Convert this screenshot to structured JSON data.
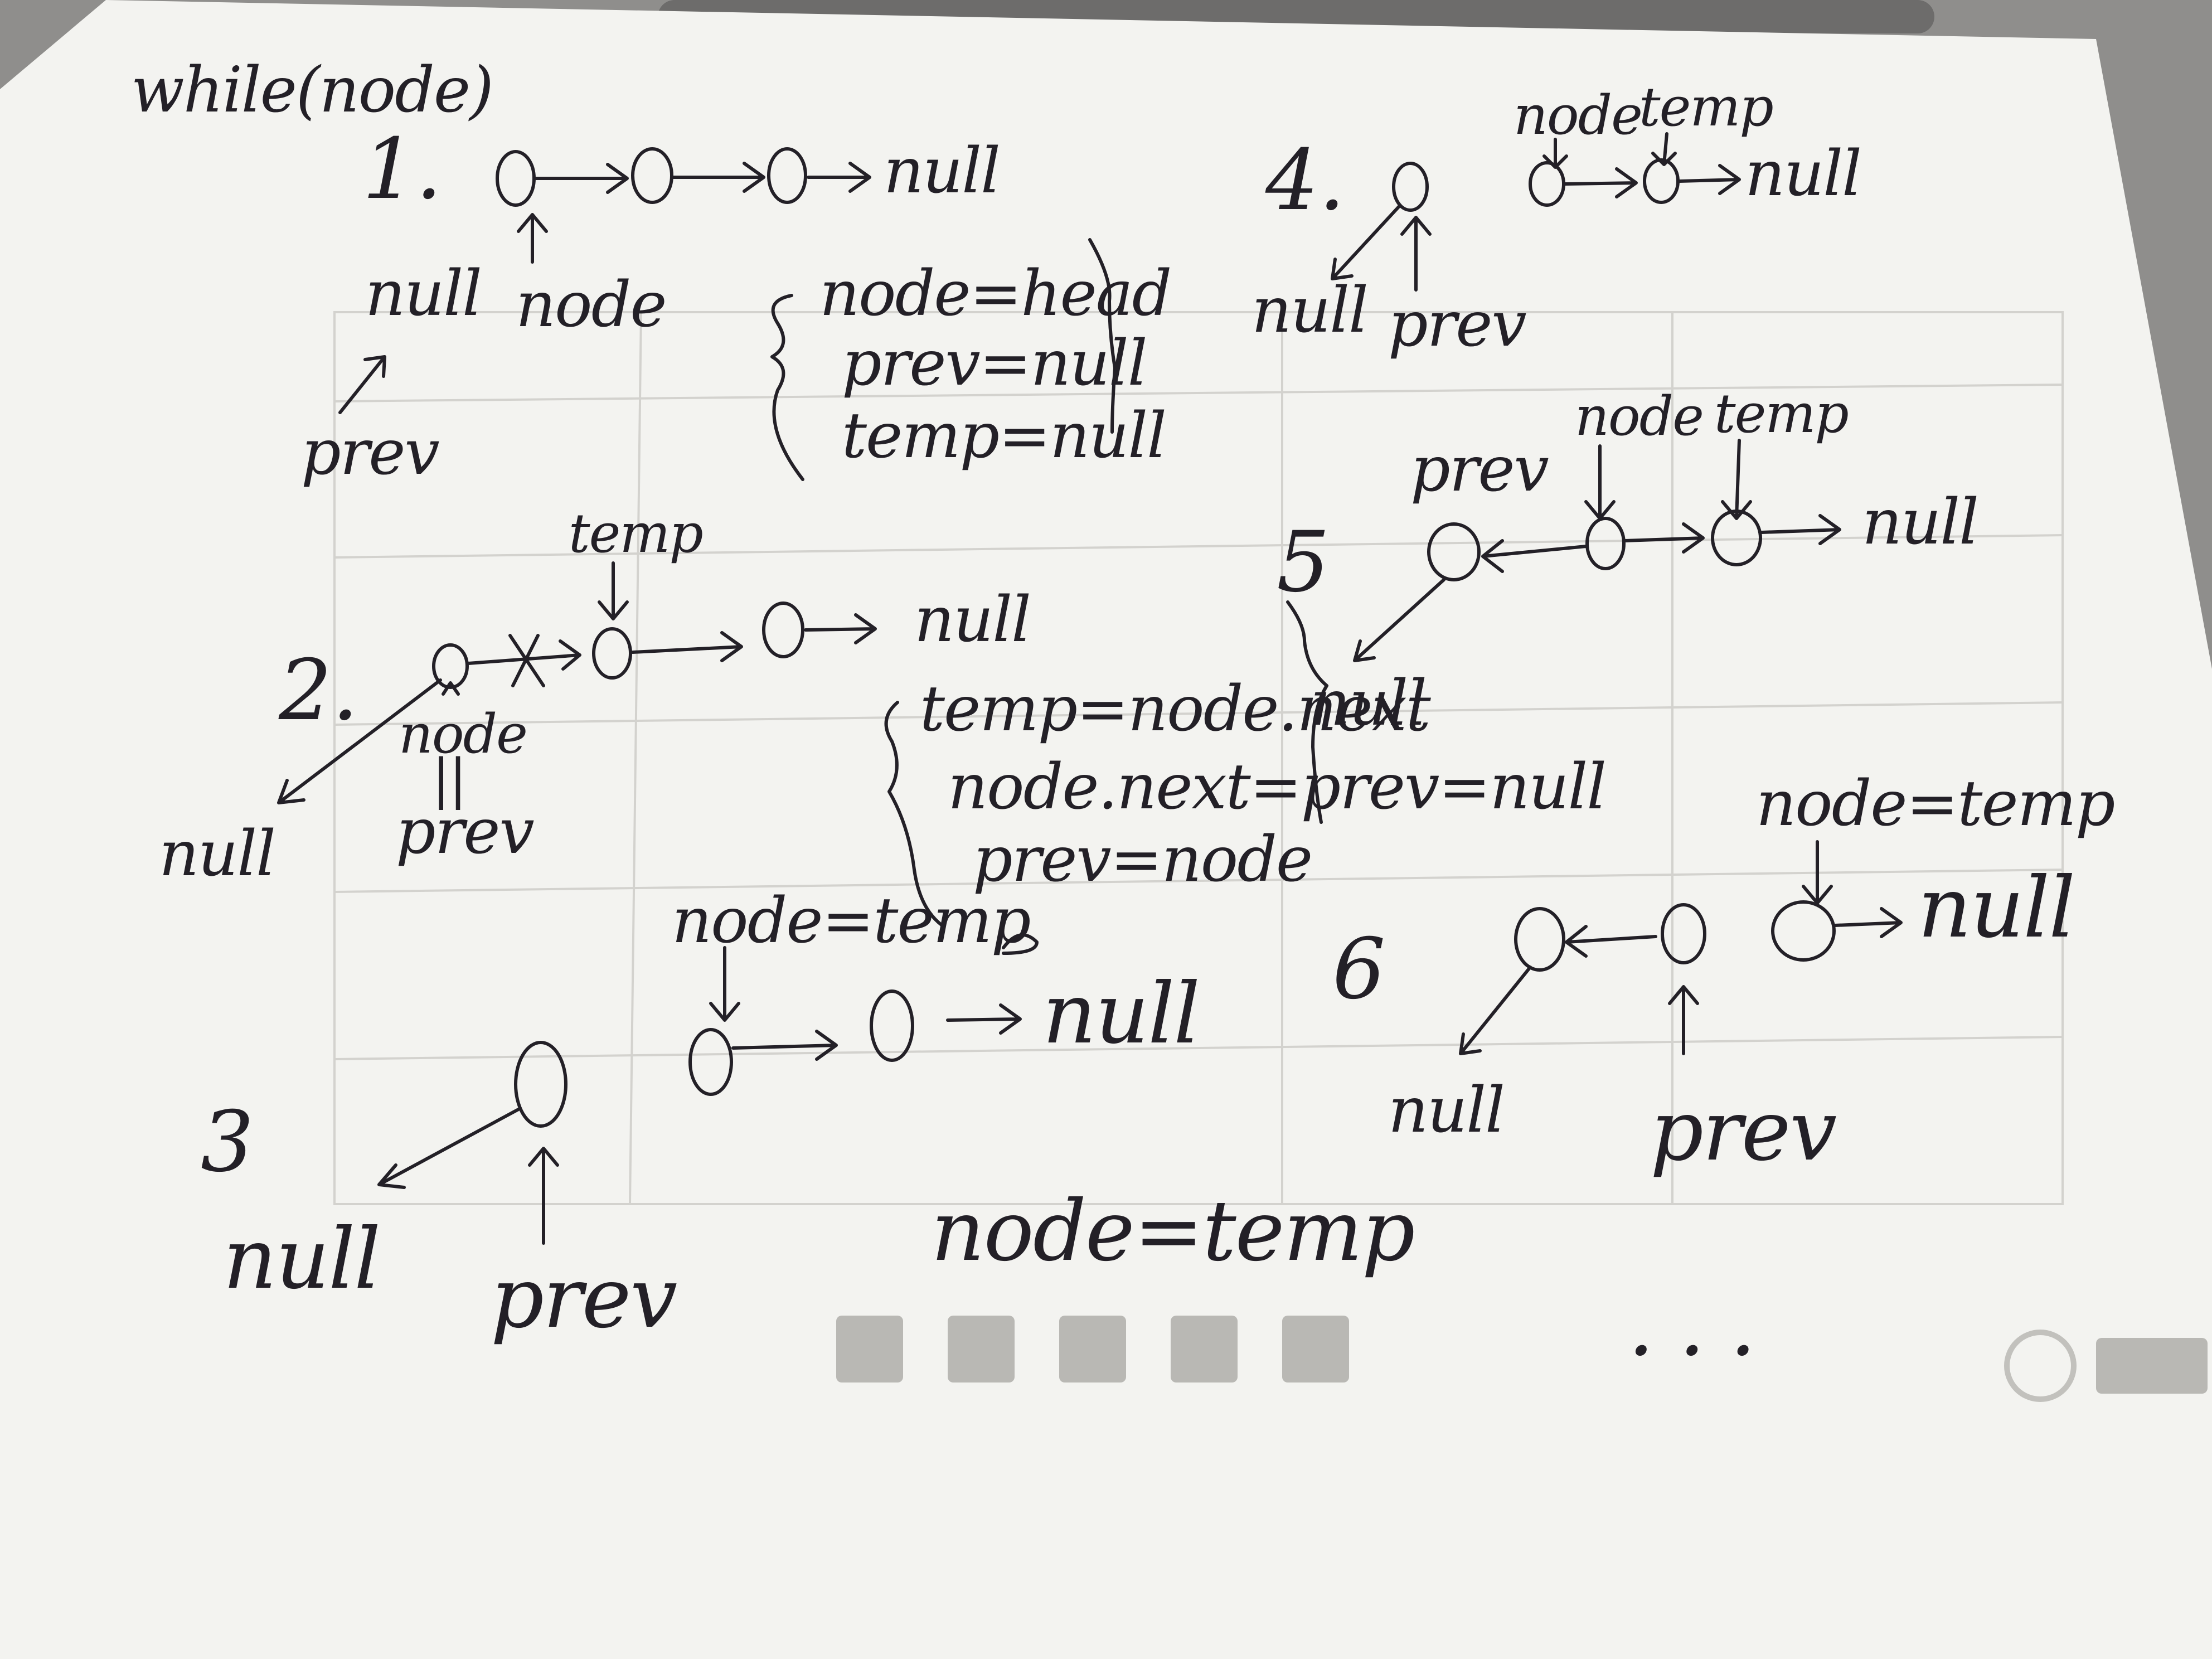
{
  "heading": "while(node)",
  "steps": {
    "s1": {
      "label": "1.",
      "null_end": "null",
      "null_prev": "null",
      "node": "node",
      "prev": "prev",
      "code": [
        "node=head",
        "prev=null",
        "temp=null"
      ]
    },
    "s2": {
      "label": "2.",
      "temp": "temp",
      "null_end": "null",
      "node": "node",
      "eq": "||",
      "prev": "prev",
      "null_back": "null",
      "code": [
        "temp=node.next",
        "node.next=prev=null",
        "prev=node"
      ]
    },
    "mid": {
      "node_eq_temp": "node=temp",
      "null_end": "null",
      "node_eq_temp_2": "node=temp"
    },
    "s3": {
      "label": "3",
      "null": "null",
      "prev": "prev"
    },
    "s4": {
      "label": "4.",
      "node": "node",
      "temp": "temp",
      "null_end": "null",
      "null_back": "null",
      "prev": "prev"
    },
    "s5": {
      "label": "5",
      "prev": "prev",
      "node": "node",
      "temp": "temp",
      "null_end": "null",
      "null_bracket": "null"
    },
    "s6": {
      "label": "6",
      "node_eq_temp": "node=temp",
      "null_end": "null",
      "null_back": "null",
      "prev": "prev"
    },
    "dots": ". . ."
  },
  "colors": {
    "paper": "#f3f3f0",
    "ink": "#232027",
    "desk": "#8f8e8c"
  }
}
